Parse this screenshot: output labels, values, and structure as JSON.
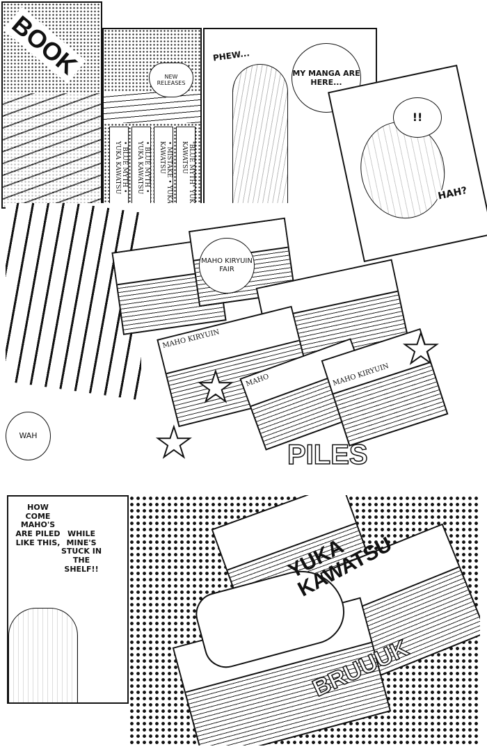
{
  "panel1": {
    "sign": "BOOK"
  },
  "panel2": {
    "heart_label": "NEW RELEASES",
    "spines": [
      "• BLUE MYTH • YUKA KAWATSU",
      "• BLUE MYTH • YUKA KAWATSU",
      "• MISTAKE • YUKA KAWATSU",
      "\"BLUE MYTH\" YUKA KAWATSU"
    ]
  },
  "panel3": {
    "sfx": "PHEW...",
    "thought": "MY MANGA ARE HERE..."
  },
  "panel4": {
    "bubble": "!!",
    "sfx": "HAH?"
  },
  "panel5": {
    "sign": "MAHO KIRYUIN FAIR",
    "covers": [
      "MAHO KIRYUIN",
      "MAHO",
      "MAHO KIRYUIN"
    ],
    "bubble": "WAH",
    "sfx": "PILES"
  },
  "panel6": {
    "text1": "HOW COME MAHO'S ARE PILED LIKE THIS,",
    "text2": "WHILE MINE'S STUCK IN THE SHELF!!"
  },
  "panel7": {
    "sfx1": "YUKA KAWATSU",
    "sfx2": "BRUUUK"
  }
}
